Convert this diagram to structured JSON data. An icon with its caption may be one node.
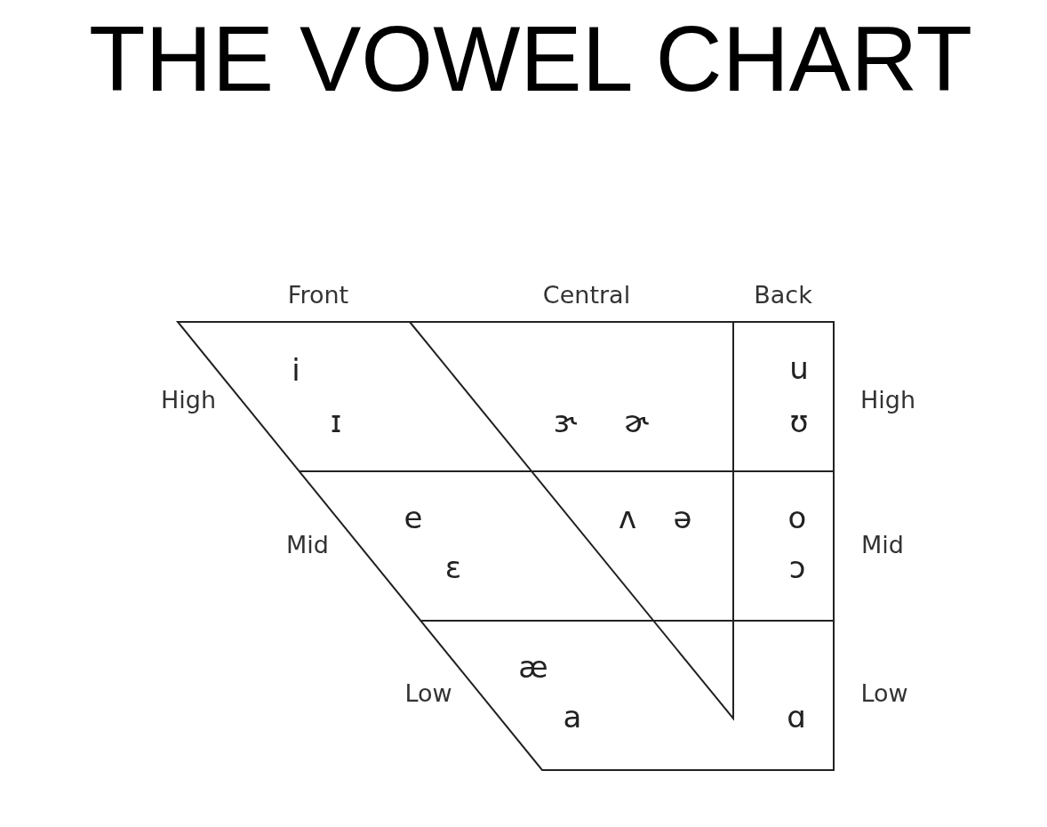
{
  "diagram": {
    "title": "THE VOWEL CHART",
    "labels": [
      "Front",
      "Central",
      "Back",
      "High",
      "i",
      "ɪ",
      "ɝ",
      "ɚ",
      "u",
      "ʊ",
      "High",
      "Mid",
      "e",
      "ɛ",
      "ʌ",
      "ə",
      "o",
      "ɔ",
      "Mid",
      "Low",
      "æ",
      "a",
      "ɑ",
      "Low"
    ]
  }
}
